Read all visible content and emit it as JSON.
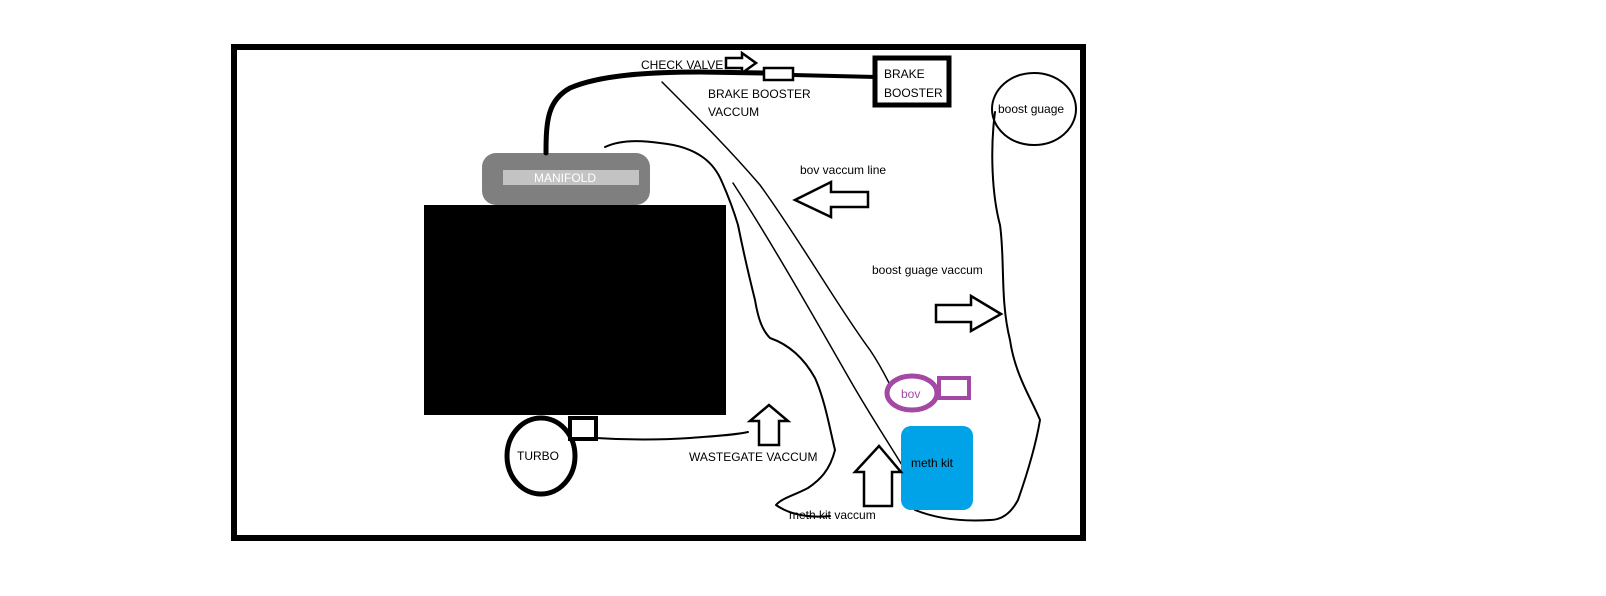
{
  "labels": {
    "check_valve": "CHECK VALVE",
    "brake_booster_line_1": "BRAKE BOOSTER",
    "brake_booster_line_2": "VACCUM",
    "brake_booster_box_1": "BRAKE",
    "brake_booster_box_2": "BOOSTER",
    "boost_gauge": "boost guage",
    "bov_vacuum_line": "bov vaccum line",
    "boost_gauge_vacuum": "boost guage vaccum",
    "manifold": "MANIFOLD",
    "bov": "bov",
    "meth_kit": "meth kit",
    "turbo": "TURBO",
    "wastegate_vacuum": "WASTEGATE VACCUM",
    "meth_kit_vacuum": "meth kit vaccum"
  },
  "colors": {
    "outline": "#000000",
    "manifold_body": "#7f7f7f",
    "manifold_label_bar": "#c3c3c3",
    "bov": "#a349a4",
    "meth_kit": "#00a2e8",
    "engine_block": "#000000"
  }
}
